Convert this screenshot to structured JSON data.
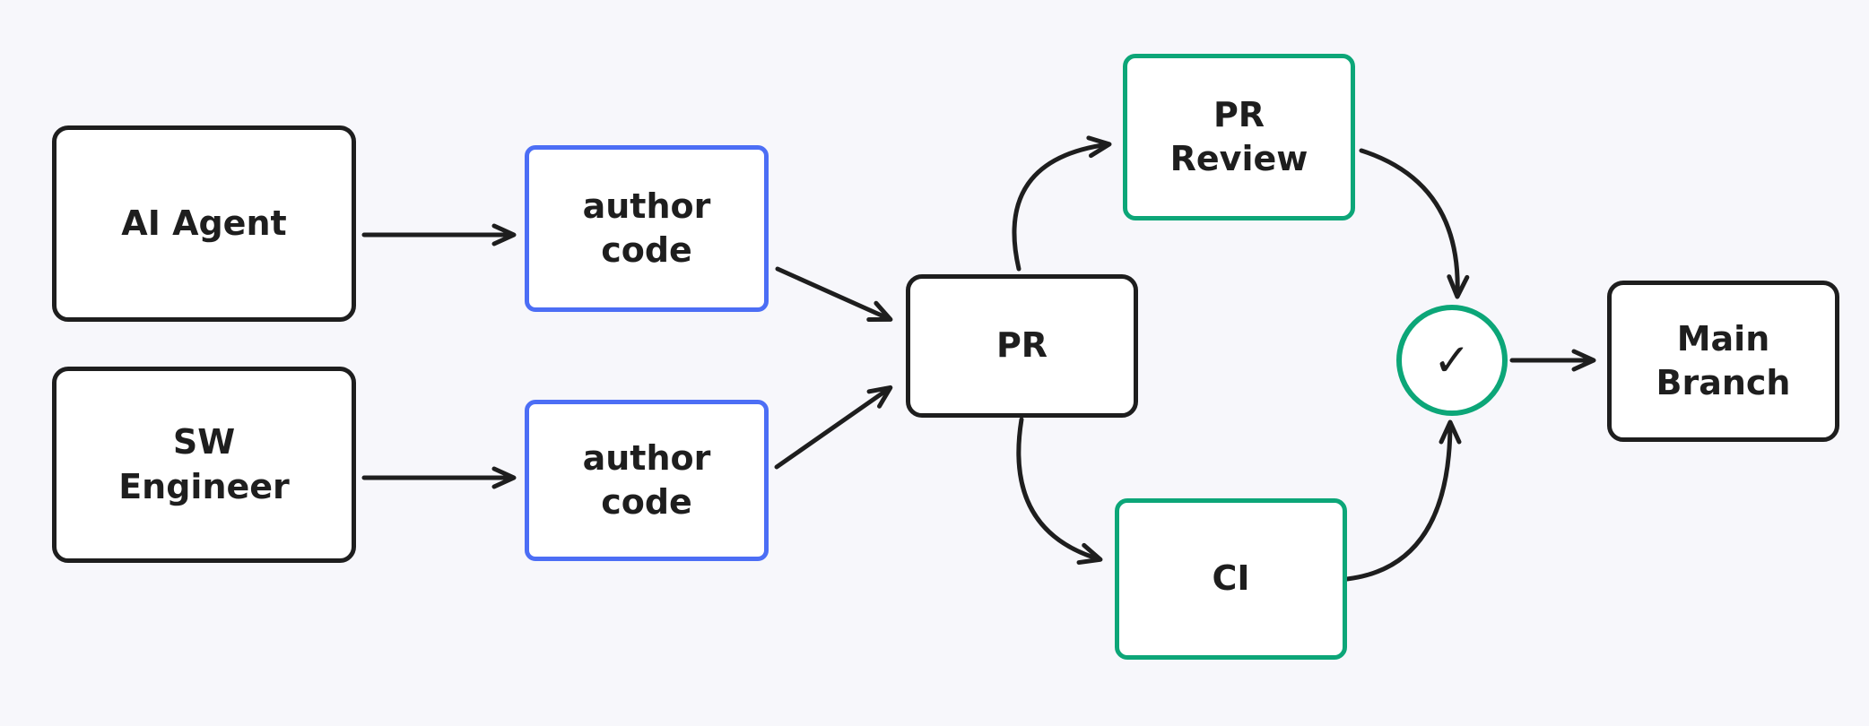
{
  "diagram": {
    "background": "#f7f7fb",
    "colors": {
      "stroke_dark": "#1e1e1e",
      "stroke_blue": "#4c6ef5",
      "stroke_green": "#0ca678"
    },
    "nodes": {
      "ai_agent": {
        "label": "AI Agent"
      },
      "sw_engineer": {
        "label": "SW\nEngineer"
      },
      "author_code_top": {
        "label": "author\ncode"
      },
      "author_code_bottom": {
        "label": "author\ncode"
      },
      "pr": {
        "label": "PR"
      },
      "pr_review": {
        "label": "PR\nReview"
      },
      "ci": {
        "label": "CI"
      },
      "check": {
        "label": "✓"
      },
      "main_branch": {
        "label": "Main\nBranch"
      }
    },
    "edges": [
      {
        "from": "AI Agent",
        "to": "author code (top)"
      },
      {
        "from": "SW Engineer",
        "to": "author code (bottom)"
      },
      {
        "from": "author code (top)",
        "to": "PR"
      },
      {
        "from": "author code (bottom)",
        "to": "PR"
      },
      {
        "from": "PR",
        "to": "PR Review"
      },
      {
        "from": "PR",
        "to": "CI"
      },
      {
        "from": "PR Review",
        "to": "check"
      },
      {
        "from": "CI",
        "to": "check"
      },
      {
        "from": "check",
        "to": "Main Branch"
      }
    ]
  }
}
